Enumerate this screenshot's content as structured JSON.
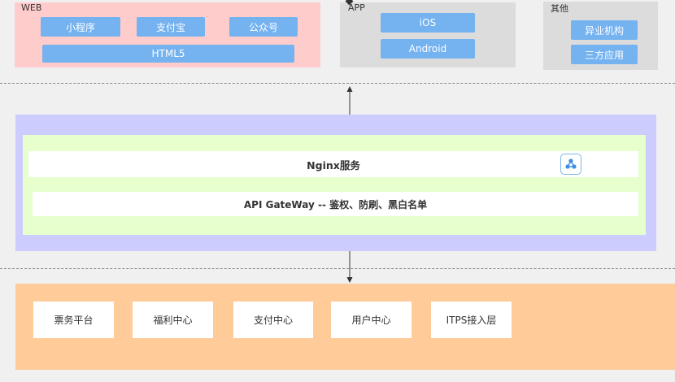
{
  "clients": {
    "web": {
      "label": "WEB",
      "items": [
        "小程序",
        "支付宝",
        "公众号",
        "HTML5"
      ]
    },
    "app": {
      "label": "APP",
      "items": [
        "iOS",
        "Android"
      ]
    },
    "other": {
      "label": "其他",
      "items": [
        "异业机构",
        "三方应用"
      ]
    }
  },
  "gateway": {
    "nginx_label": "Nginx服务",
    "api_label": "API GateWay -- 鉴权、防刷、黑白名单"
  },
  "services": [
    "票务平台",
    "福利中心",
    "支付中心",
    "用户中心",
    "ITPS接入层"
  ],
  "colors": {
    "web_bg": "#ffcccc",
    "group_bg": "#dcdcdc",
    "pill": "#74b2f0",
    "gateway_outer": "#ccccff",
    "gateway_inner": "#e6ffcc",
    "services_bg": "#ffcc99"
  }
}
